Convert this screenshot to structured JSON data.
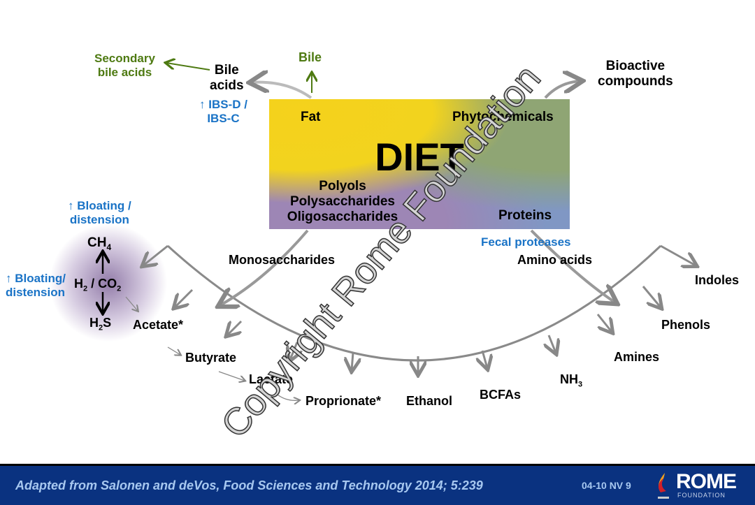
{
  "diet": {
    "title": "DIET",
    "fat": "Fat",
    "phytochemicals": "Phytochemicals",
    "carbs": [
      "Polyols",
      "Polysaccharides",
      "Oligosaccharides"
    ],
    "proteins": "Proteins"
  },
  "labels": {
    "secondary_bile_acids": [
      "Secondary",
      "bile acids"
    ],
    "bile_acids": [
      "Bile",
      "acids"
    ],
    "bile": "Bile",
    "ibs": [
      "↑ IBS-D /",
      "IBS-C"
    ],
    "bioactive": [
      "Bioactive",
      "compounds"
    ],
    "bloating_top": [
      "↑ Bloating /",
      "distension"
    ],
    "bloating_left": [
      "↑ Bloating/",
      "distension"
    ],
    "ch4": "CH",
    "ch4_sub": "4",
    "h2": "H",
    "h2_sub": "2",
    "co2": " / CO",
    "co2_sub": "2",
    "h2s": "H",
    "h2s_sub": "2",
    "h2s_tail": "S",
    "monosaccharides": "Monosaccharides",
    "fecal_proteases": "Fecal proteases",
    "amino_acids": "Amino acids",
    "acetate": "Acetate*",
    "butyrate": "Butyrate",
    "lactate": "Lactate",
    "proprionate": "Proprionate*",
    "ethanol": "Ethanol",
    "bcfas": "BCFAs",
    "nh3": "NH",
    "nh3_sub": "3",
    "amines": "Amines",
    "phenols": "Phenols",
    "indoles": "Indoles"
  },
  "watermark": "Copyright Rome Foundation",
  "footer": {
    "citation": "Adapted from Salonen and deVos, Food Sciences and Technology 2014; 5:239",
    "code": "04-10  NV 9",
    "logo_name": "ROME",
    "logo_sub": "FOUNDATION"
  },
  "colors": {
    "green": "#4e7a12",
    "blue": "#1a73c6",
    "footer": "#0a3280"
  }
}
